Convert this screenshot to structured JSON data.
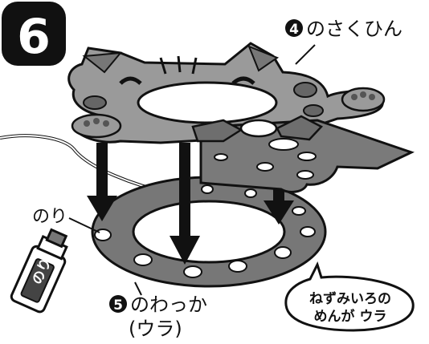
{
  "step": {
    "number": "6"
  },
  "labels": {
    "previous_work_num": "4",
    "previous_work_text": "のさくひん",
    "glue": "のり",
    "glue_bottle_text": "のり",
    "ring_num": "5",
    "ring_line1": "のわっか",
    "ring_line2": "(ウラ)",
    "bubble_line1": "ねずみいろの",
    "bubble_line2": "めんが ウラ"
  },
  "colors": {
    "ink": "#111111",
    "gray_paper": "#9a9a9a",
    "dark_gray": "#6e6e6e",
    "ring_gray": "#777777",
    "white": "#ffffff"
  },
  "icons": [
    "down-arrow-icon",
    "glue-bottle-icon",
    "speech-bubble-icon",
    "step-number-badge-icon"
  ]
}
